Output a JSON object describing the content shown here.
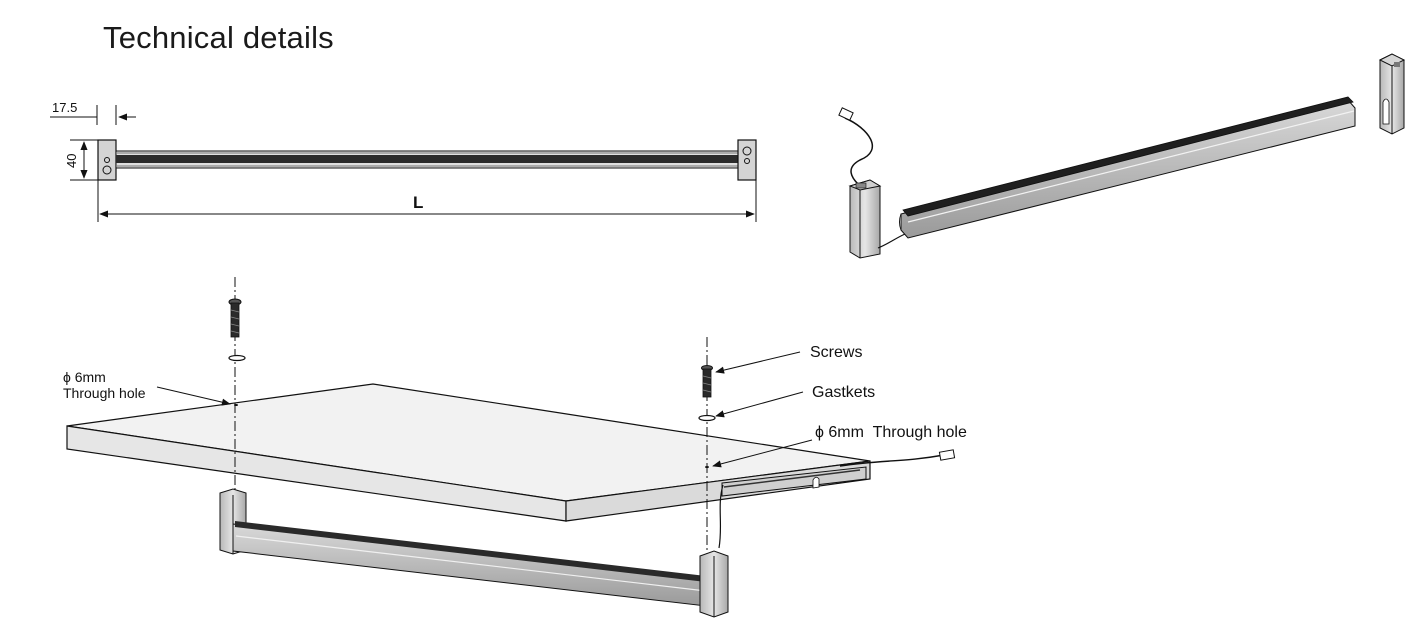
{
  "page": {
    "title": "Technical details"
  },
  "top_view": {
    "dim_end_offset": "17.5",
    "dim_height": "40",
    "dim_length": "L"
  },
  "exploded_view": {
    "left_hole": {
      "diameter": "ϕ 6mm",
      "text": "Through hole"
    },
    "screws_label": "Screws",
    "gaskets_label": "Gastkets",
    "right_hole_label": "ϕ 6mm  Through hole"
  },
  "colors": {
    "line": "#1a1a1a",
    "panel_top": "#f2f2f2",
    "panel_side": "#e4e4e4",
    "rail": "#bfbfbf",
    "rail_dark": "#2b2b2b",
    "bracket": "#c9c9c9"
  }
}
